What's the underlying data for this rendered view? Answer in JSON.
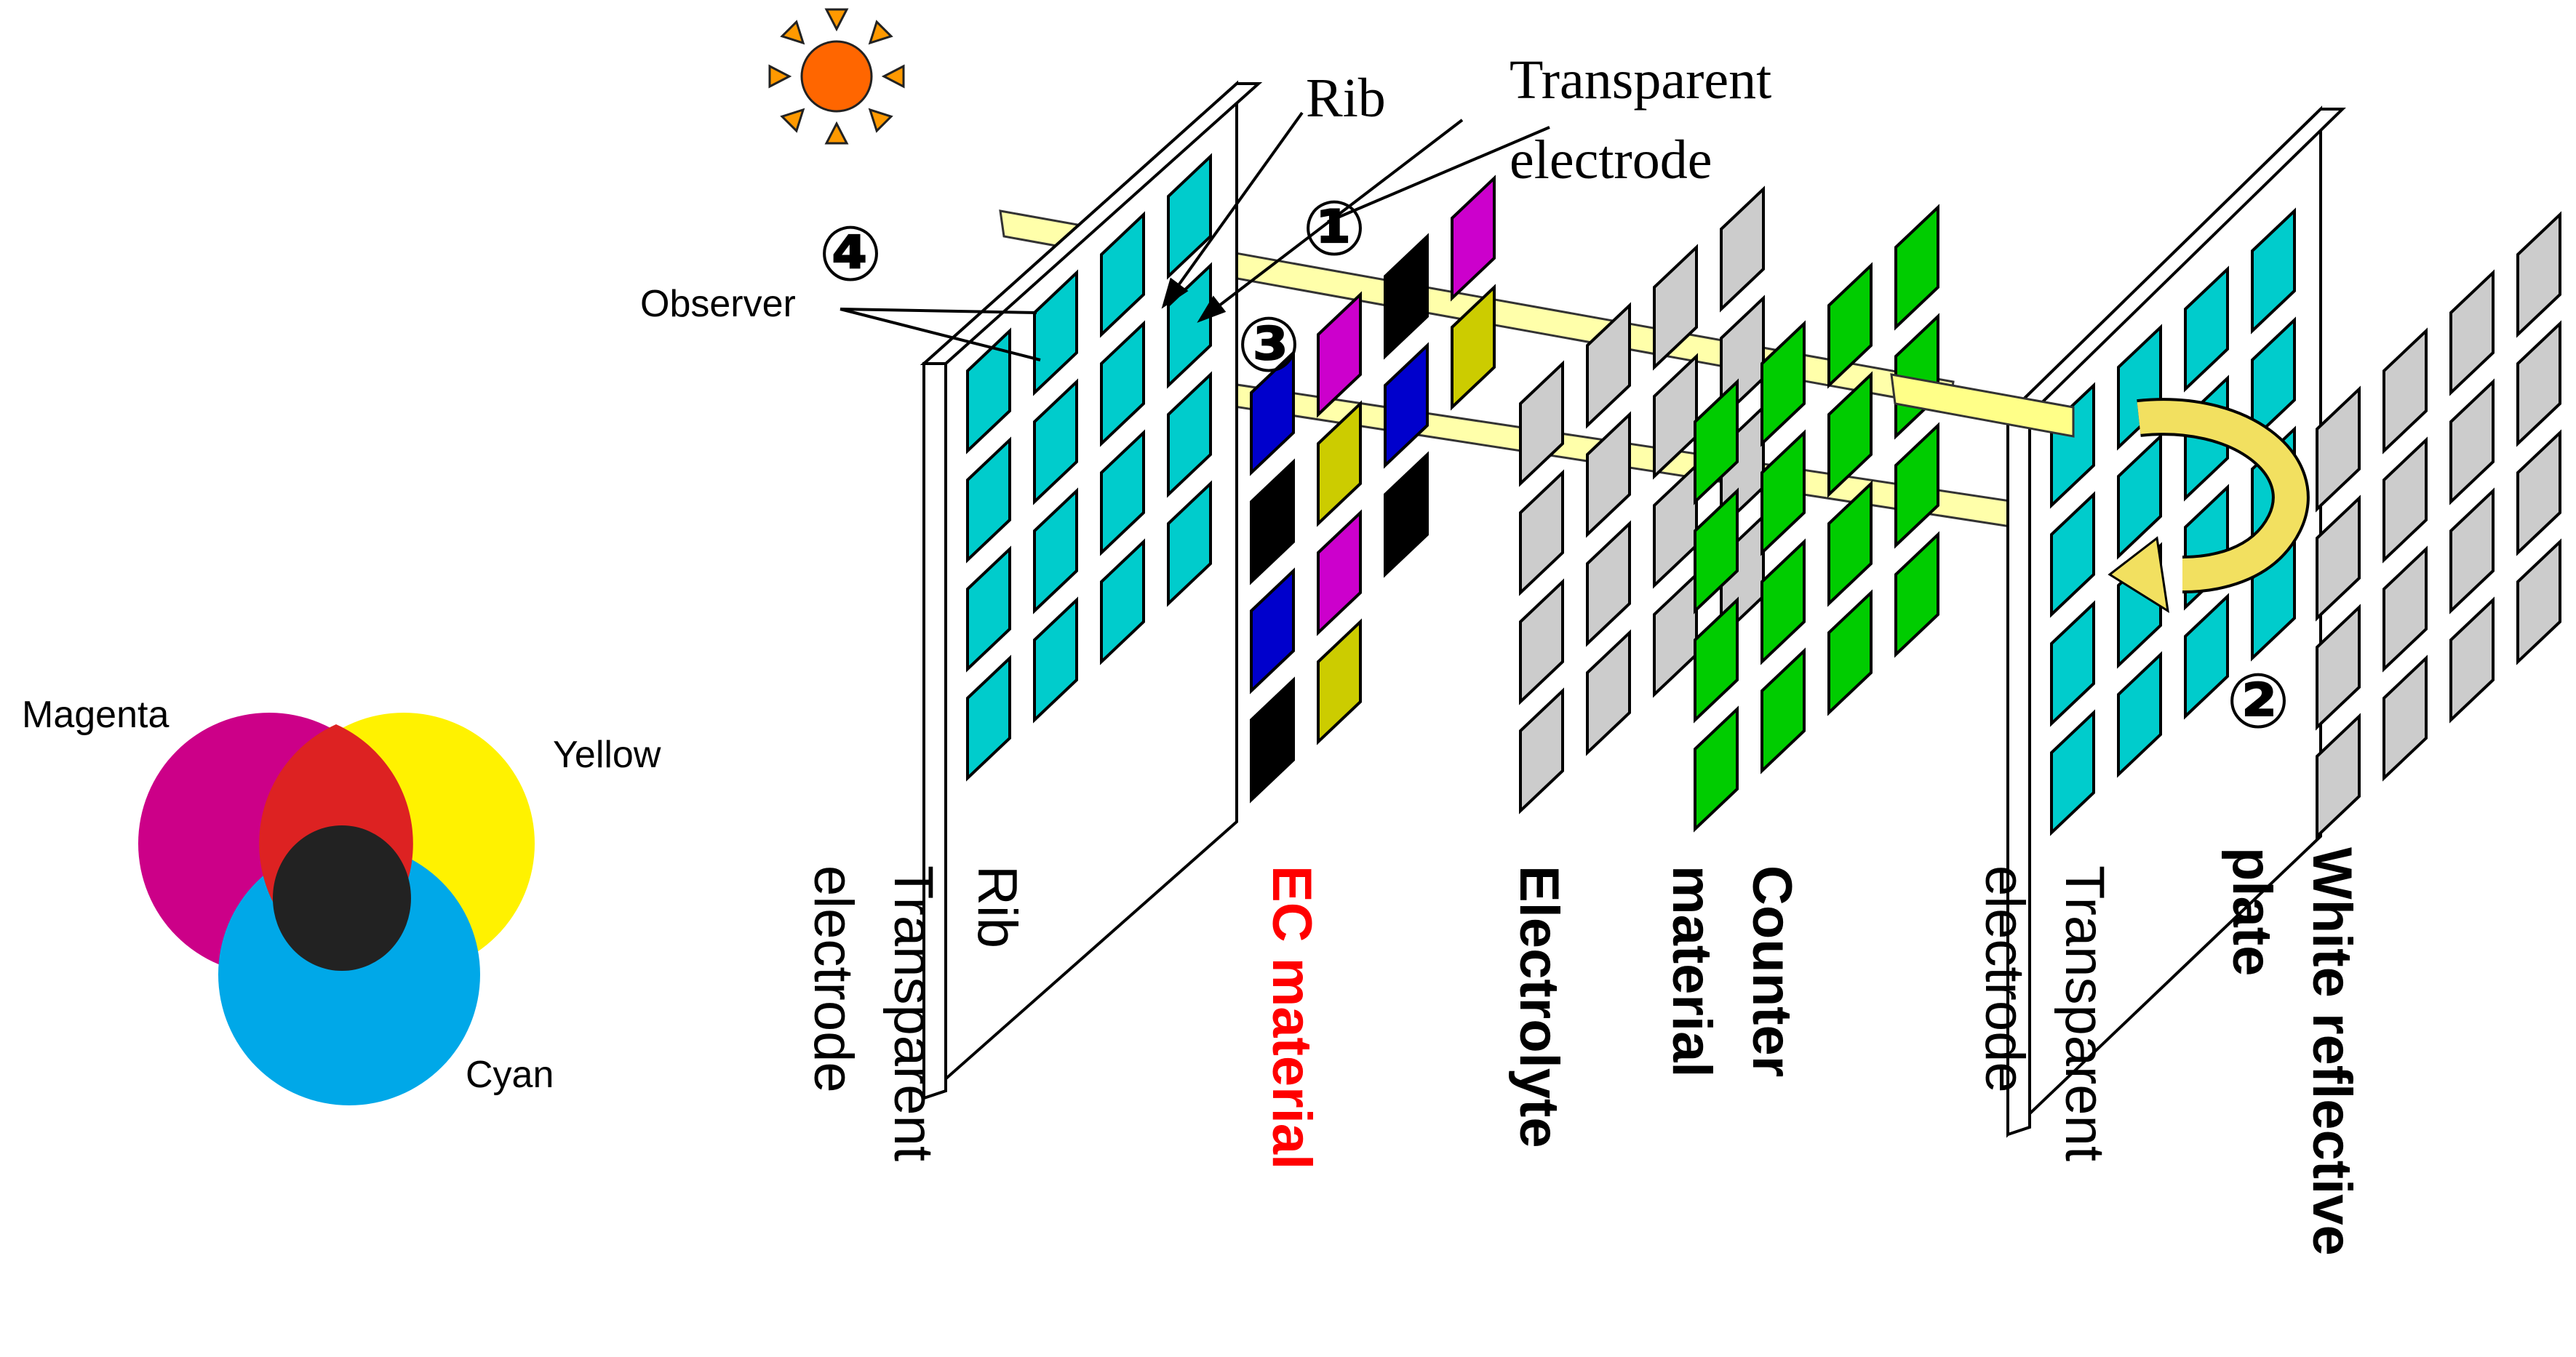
{
  "color_wheel": {
    "magenta": "Magenta",
    "yellow": "Yellow",
    "cyan": "Cyan"
  },
  "callouts": {
    "rib": "Rib",
    "transparent_electrode_line1": "Transparent",
    "transparent_electrode_line2": "electrode",
    "observer": "Observer",
    "n1": "①",
    "n2": "②",
    "n3": "③",
    "n4": "④"
  },
  "layer_labels": {
    "rib": "Rib",
    "transparent_electrode_a_line1": "Transparent",
    "transparent_electrode_a_line2": "electrode",
    "ec_material": "EC material",
    "electrolyte": "Electrolyte",
    "counter_line1": "Counter",
    "counter_line2": "material",
    "transparent_electrode_b_line1": "Transparent",
    "transparent_electrode_b_line2": "electrode",
    "white_plate_line1": "White reflective",
    "white_plate_line2": "plate"
  },
  "colors": {
    "cyan_pixel": "#00CCCC",
    "magenta_pixel": "#CC00CC",
    "yellow_pixel": "#CCCC00",
    "blue_pixel": "#0000CC",
    "black_pixel": "#000000",
    "gray_pixel": "#CCCCCC",
    "green_pixel": "#00CC00",
    "light_beam": "#FFFFAA",
    "sun": "#FF6600",
    "ec_label": "#FF0000"
  }
}
